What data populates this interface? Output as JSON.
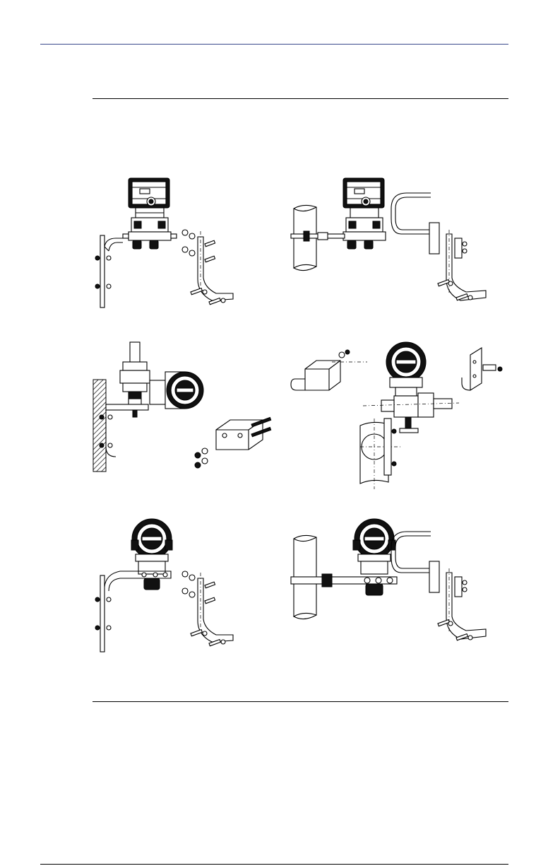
{
  "page": {
    "accent_color": "#3a4a8c"
  },
  "figure": {
    "panels": [
      {
        "id": "coplanar-panel-mount"
      },
      {
        "id": "coplanar-pipe-mount"
      },
      {
        "id": "traditional-panel-mount"
      },
      {
        "id": "traditional-pipe-mount"
      },
      {
        "id": "inline-panel-mount"
      },
      {
        "id": "inline-pipe-mount"
      }
    ]
  }
}
